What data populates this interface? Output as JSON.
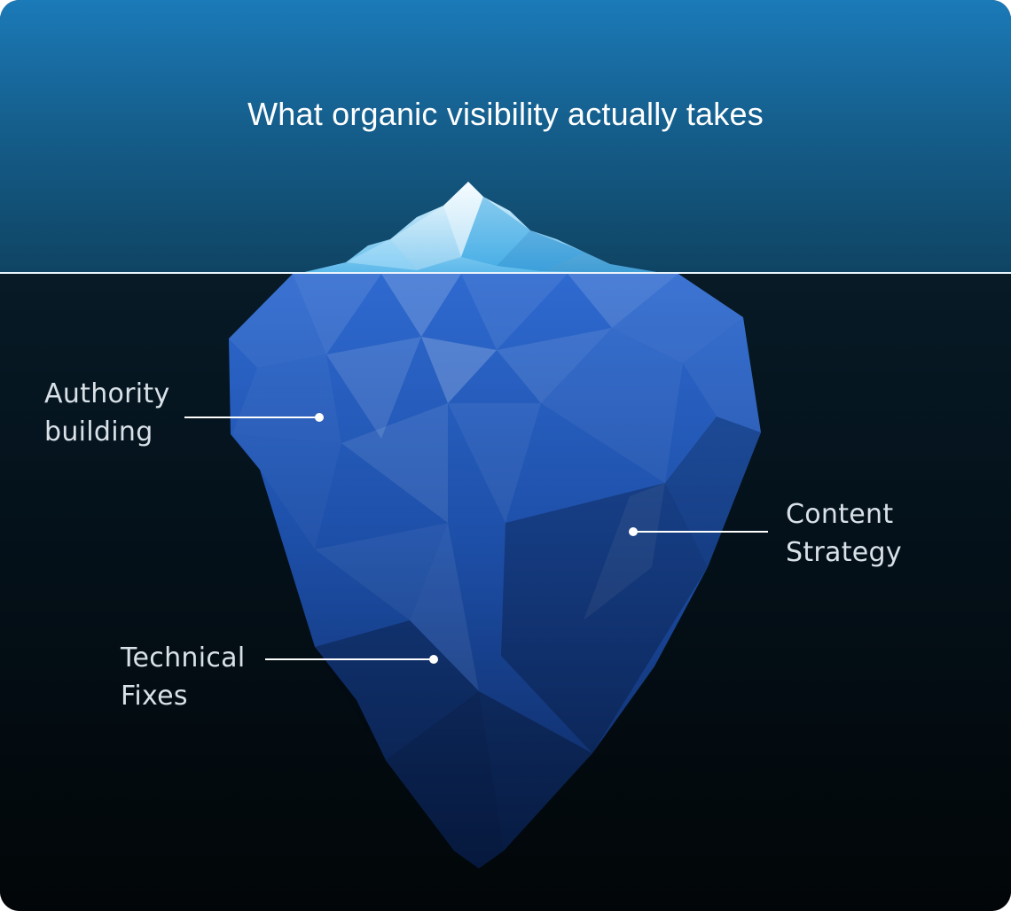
{
  "title": "What organic visibility actually takes",
  "labels": {
    "authority": {
      "line1": "Authority",
      "line2": "building"
    },
    "content": {
      "line1": "Content",
      "line2": "Strategy"
    },
    "technical": {
      "line1": "Technical",
      "line2": "Fixes"
    }
  },
  "colors": {
    "sky_top": "#1b7ab8",
    "sky_bottom": "#0f4463",
    "deep_water": "#03070c",
    "tip_ice": "#8fd3f3",
    "submerged_ice": "#1e56b8",
    "label_text": "#d9e1e8"
  }
}
